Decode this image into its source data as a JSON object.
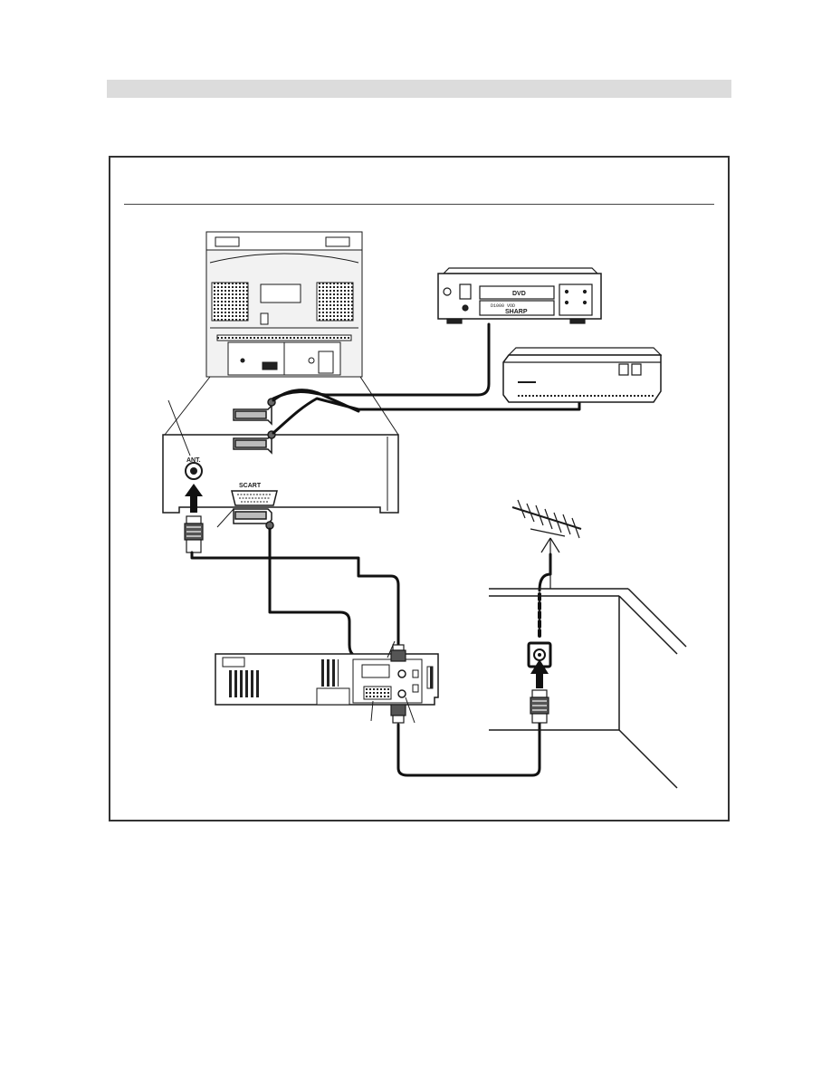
{
  "labels": {
    "ant": "ANT.",
    "scart": "SCART",
    "brand": "SHARP",
    "dvd_logo": "DVD",
    "dvd_model": "D1000  VOD"
  },
  "colors": {
    "stroke": "#1a1a1a",
    "cable": "#111111",
    "header_bar": "#dcdcdc",
    "tv_fill": "#f2f2f2"
  }
}
